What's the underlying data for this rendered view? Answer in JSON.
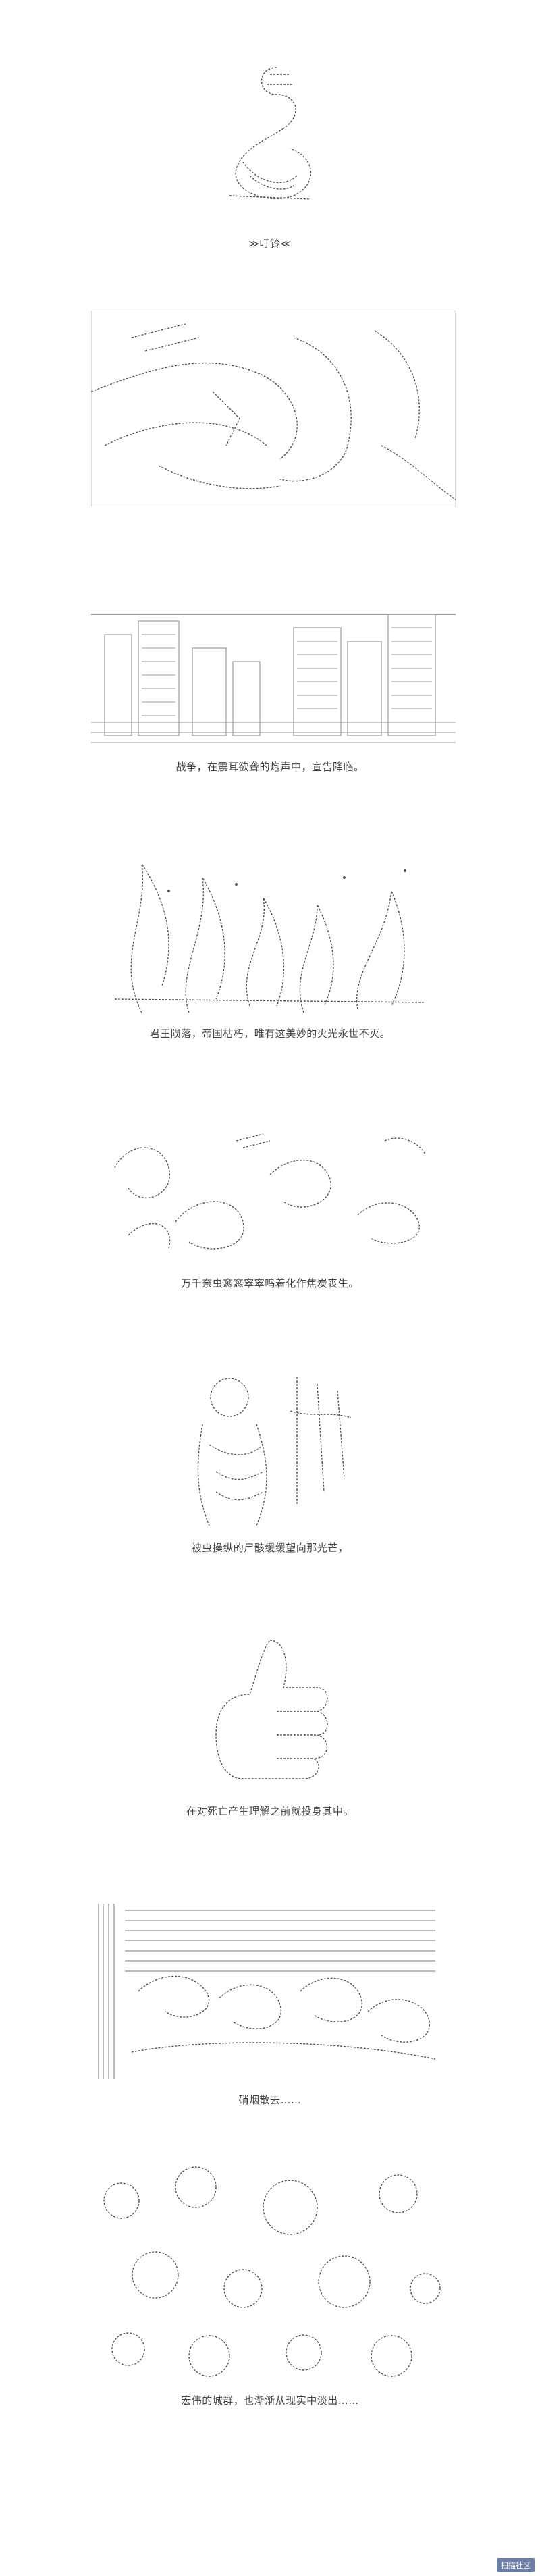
{
  "panels": [
    {
      "caption": "≫叮铃≪"
    },
    {
      "caption": ""
    },
    {
      "caption": "战争，在震耳欲聋的炮声中，宣告降临。"
    },
    {
      "caption": "君王陨落，帝国枯朽，唯有这美妙的火光永世不灭。"
    },
    {
      "caption": "万千奈虫窸窸窣窣鸣着化作焦炭丧生。"
    },
    {
      "caption": "被虫操纵的尸骸缓缓望向那光芒，"
    },
    {
      "caption": "在对死亡产生理解之前就投身其中。"
    },
    {
      "caption": "硝烟散去……"
    },
    {
      "caption": "宏伟的城群，也渐渐从现实中淡出……"
    }
  ],
  "footer": {
    "watermark": "扫描社区"
  }
}
